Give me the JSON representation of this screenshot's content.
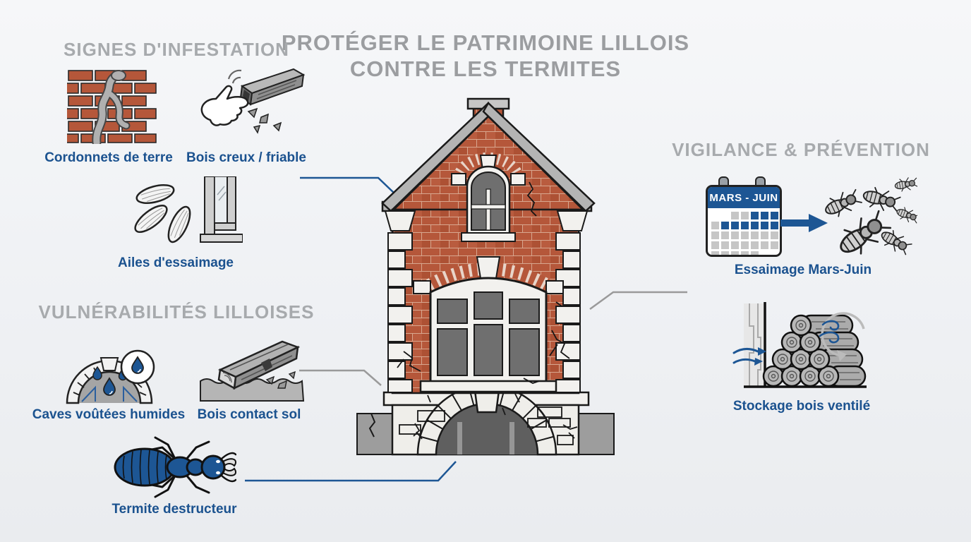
{
  "title": {
    "line1": "PROTÉGER LE PATRIMOINE LILLOIS",
    "line2": "CONTRE LES TERMITES"
  },
  "sections": {
    "infestation": {
      "header": "SIGNES D'INFESTATION",
      "items": [
        {
          "label": "Cordonnets de terre",
          "icon": "brick-wall-mud-tubes-icon"
        },
        {
          "label": "Bois creux / friable",
          "icon": "hand-tapping-wood-icon"
        },
        {
          "label": "Ailes d'essaimage",
          "icon": "swarming-wings-window-icon"
        }
      ]
    },
    "vulnerabilities": {
      "header": "VULNÉRABILITÉS LILLOISES",
      "items": [
        {
          "label": "Caves voûtées humides",
          "icon": "vaulted-cellar-damp-icon"
        },
        {
          "label": "Bois contact sol",
          "icon": "wood-ground-contact-icon"
        },
        {
          "label": "Termite destructeur",
          "icon": "termite-icon"
        }
      ]
    },
    "vigilance": {
      "header": "VIGILANCE & PRÉVENTION",
      "items": [
        {
          "label": "Essaimage Mars-Juin",
          "icon": "calendar-swarm-icon"
        },
        {
          "label": "Stockage bois ventilé",
          "icon": "ventilated-log-stack-icon"
        }
      ]
    }
  },
  "calendar": {
    "header": "MARS - JUIN",
    "rows": [
      [
        "",
        "",
        "gray",
        "gray",
        "blue",
        "blue",
        "blue"
      ],
      [
        "gray",
        "blue",
        "blue",
        "blue",
        "blue",
        "blue",
        "blue"
      ],
      [
        "gray",
        "gray",
        "gray",
        "gray",
        "gray",
        "gray",
        "gray"
      ],
      [
        "gray",
        "gray",
        "gray",
        "gray",
        "gray",
        "gray",
        "gray"
      ],
      [
        "gray",
        "gray",
        "gray",
        "gray",
        "gray",
        "",
        ""
      ]
    ]
  },
  "center_illustration": "lille-brick-house",
  "colors": {
    "accent_blue": "#1d5694",
    "label_blue": "#1b528f",
    "header_gray": "#a7aaad",
    "title_gray": "#9b9da0",
    "brick_red": "#b5573a",
    "mortar": "#d8a78f",
    "stone_white": "#f2f1ee",
    "roof_gray": "#b4b4b4",
    "ground_gray": "#9d9d9d",
    "glass_gray": "#6f6f6f",
    "calendar_cell_gray": "#c6c6c6"
  }
}
